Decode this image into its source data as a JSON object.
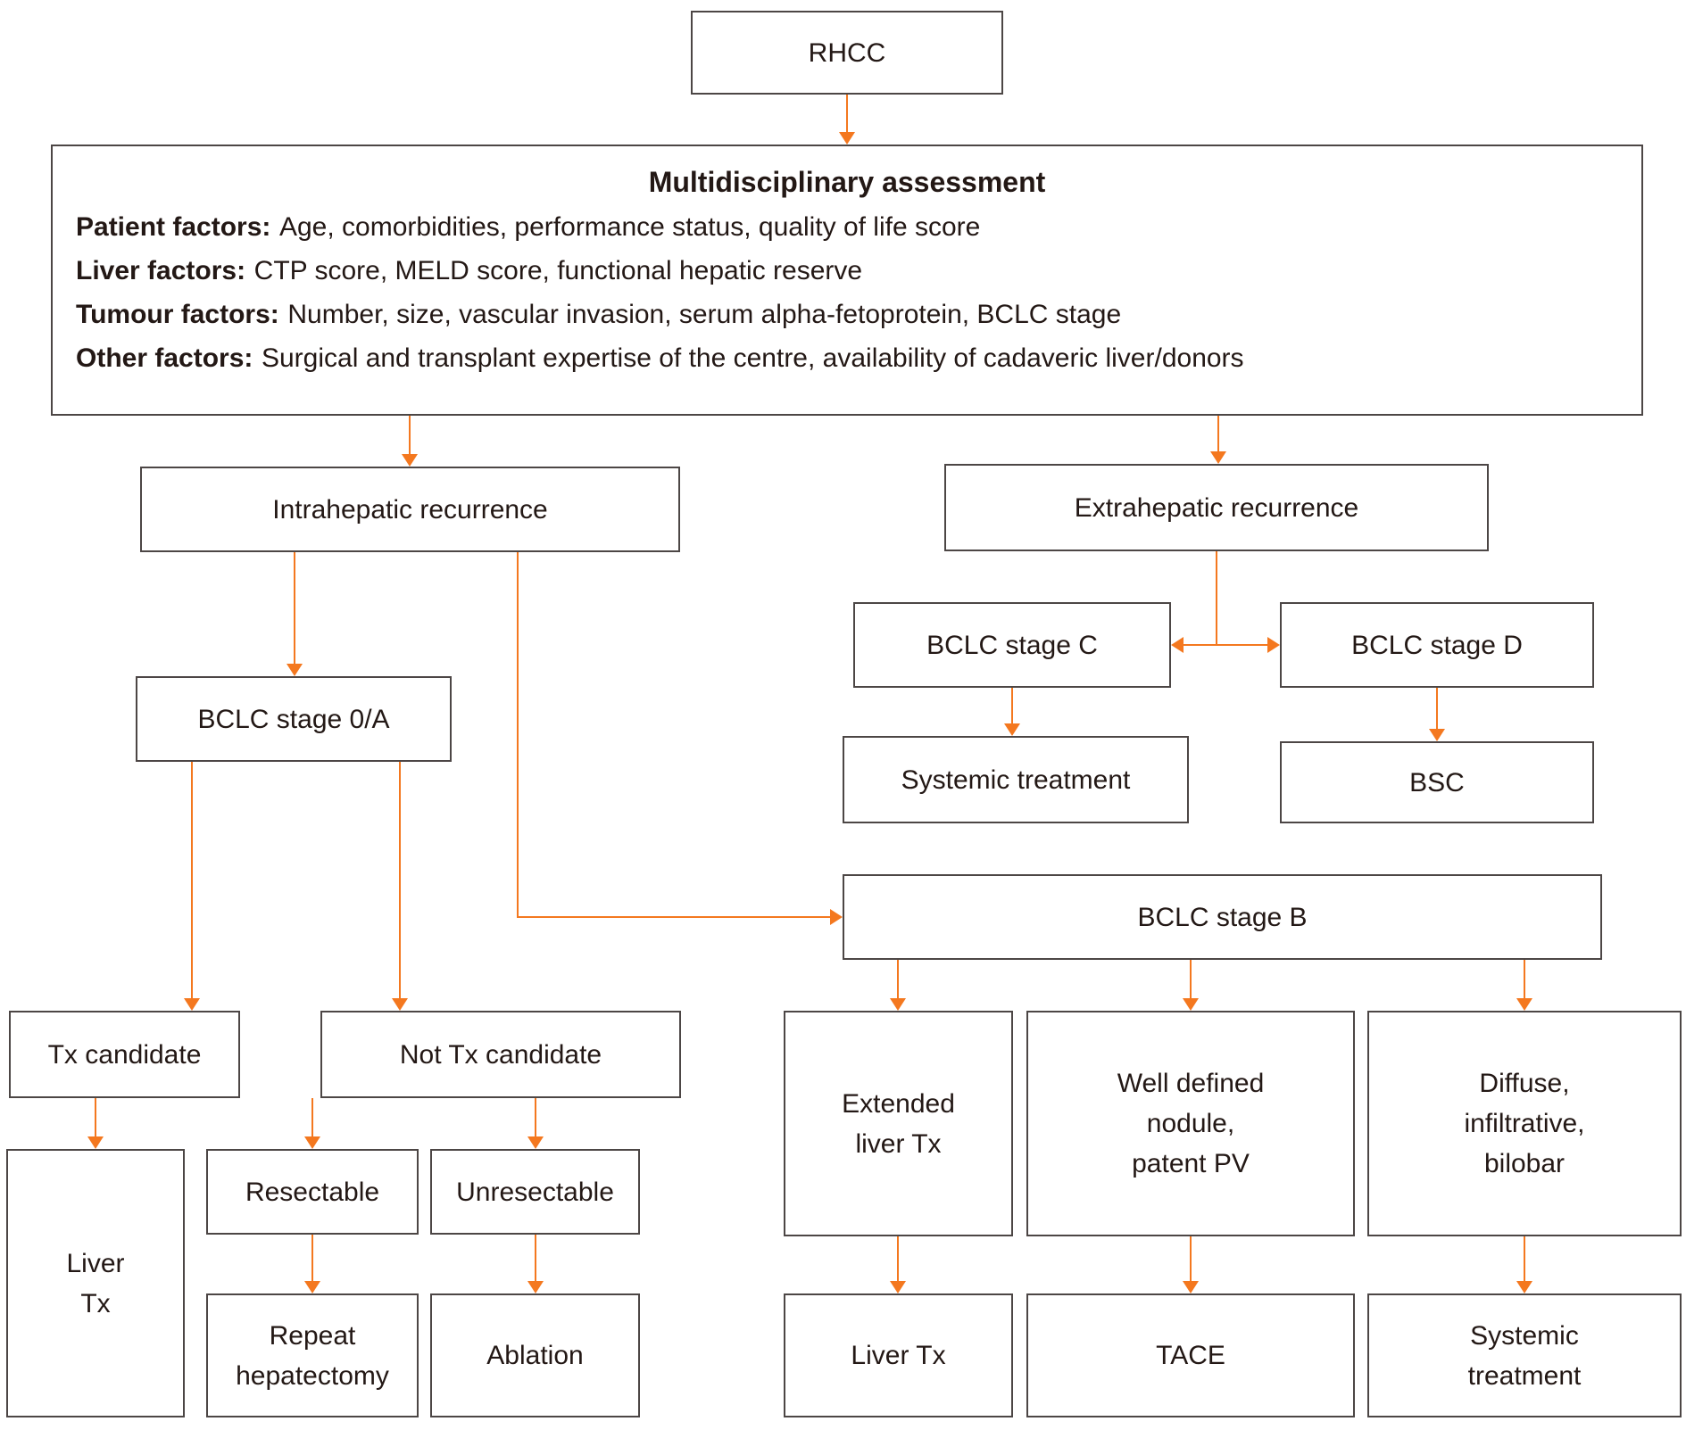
{
  "colors": {
    "arrow": "#f4781f",
    "border": "#4c4645",
    "text": "#231815"
  },
  "nodes": {
    "rhcc": {
      "label": "RHCC"
    },
    "assessment": {
      "title": "Multidisciplinary assessment",
      "factors": [
        {
          "label": "Patient factors:",
          "text": "Age, comorbidities, performance status, quality of life score"
        },
        {
          "label": "Liver factors:",
          "text": "CTP score, MELD score, functional hepatic reserve"
        },
        {
          "label": "Tumour factors:",
          "text": "Number, size, vascular invasion, serum alpha-fetoprotein, BCLC stage"
        },
        {
          "label": "Other factors:",
          "text": "Surgical and transplant expertise of the centre, availability of cadaveric liver/donors"
        }
      ]
    },
    "intrahepatic": {
      "label": "Intrahepatic recurrence"
    },
    "extrahepatic": {
      "label": "Extrahepatic recurrence"
    },
    "bclc_0a": {
      "label": "BCLC stage 0/A"
    },
    "bclc_c": {
      "label": "BCLC stage C"
    },
    "bclc_d": {
      "label": "BCLC stage D"
    },
    "systemic_c": {
      "label": "Systemic treatment"
    },
    "bsc": {
      "label": "BSC"
    },
    "bclc_b": {
      "label": "BCLC stage B"
    },
    "tx_candidate": {
      "label": "Tx candidate"
    },
    "not_tx_candidate": {
      "label": "Not Tx candidate"
    },
    "liver_tx_left": {
      "lines": [
        "Liver",
        "Tx"
      ]
    },
    "resectable": {
      "label": "Resectable"
    },
    "unresectable": {
      "label": "Unresectable"
    },
    "repeat_hepatectomy": {
      "lines": [
        "Repeat",
        "hepatectomy"
      ]
    },
    "ablation": {
      "label": "Ablation"
    },
    "extended_liver_tx": {
      "lines": [
        "Extended",
        "liver Tx"
      ]
    },
    "well_defined_nodule": {
      "lines": [
        "Well defined",
        "nodule,",
        "patent PV"
      ]
    },
    "diffuse_infiltrative": {
      "lines": [
        "Diffuse,",
        "infiltrative,",
        "bilobar"
      ]
    },
    "liver_tx_b": {
      "label": "Liver Tx"
    },
    "tace": {
      "label": "TACE"
    },
    "systemic_b": {
      "lines": [
        "Systemic",
        "treatment"
      ]
    }
  }
}
